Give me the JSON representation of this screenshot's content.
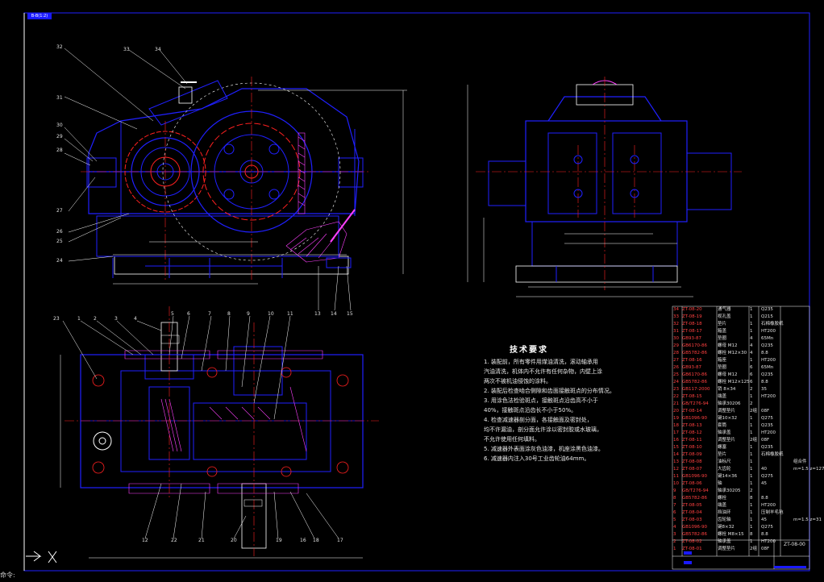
{
  "window": {
    "tab_label": "B-B(1:2)"
  },
  "tech_requirements": {
    "title": "技术要求",
    "items": [
      "1. 装配前，所有零件用煤油清洗，滚动轴承用",
      "汽油清洗，机体内不允许有任何杂物，内壁上涂",
      "两次不被机油侵蚀的涂料。",
      "2. 装配后检查啮合侧隙和齿面接触斑点的分布情况。",
      "3. 用涂色法检验斑点，接触斑点沿齿高不小于",
      "40%，接触斑点沿齿长不小于50%。",
      "4. 检查减速器剖分面，各接触面及密封处，",
      "均不许漏油，剖分面允许涂以密封胶或水玻璃，",
      "不允许使用任何填料。",
      "5. 减速器外表面涂灰色油漆，机座涂黑色油漆。",
      "6. 减速器内注入30号工业齿轮油64mm。"
    ]
  },
  "bom": {
    "rows": [
      {
        "no": "34",
        "code": "ZT-08-20",
        "name": "通气器",
        "qty": "1",
        "mat": "Q235",
        "note": ""
      },
      {
        "no": "33",
        "code": "ZT-08-19",
        "name": "视孔盖",
        "qty": "1",
        "mat": "Q215",
        "note": ""
      },
      {
        "no": "32",
        "code": "ZT-08-18",
        "name": "垫片",
        "qty": "1",
        "mat": "石棉橡胶纸",
        "note": ""
      },
      {
        "no": "31",
        "code": "ZT-08-17",
        "name": "箱盖",
        "qty": "1",
        "mat": "HT200",
        "note": ""
      },
      {
        "no": "30",
        "code": "GB93-87",
        "name": "垫圈",
        "qty": "4",
        "mat": "65Mn",
        "note": ""
      },
      {
        "no": "29",
        "code": "GB6170-86",
        "name": "螺母 M12",
        "qty": "4",
        "mat": "Q235",
        "note": ""
      },
      {
        "no": "28",
        "code": "GB5782-86",
        "name": "螺栓 M12×30",
        "qty": "4",
        "mat": "8.8",
        "note": ""
      },
      {
        "no": "27",
        "code": "ZT-08-16",
        "name": "箱座",
        "qty": "1",
        "mat": "HT200",
        "note": ""
      },
      {
        "no": "26",
        "code": "GB93-87",
        "name": "垫圈",
        "qty": "6",
        "mat": "65Mn",
        "note": ""
      },
      {
        "no": "25",
        "code": "GB6170-86",
        "name": "螺母 M12",
        "qty": "6",
        "mat": "Q235",
        "note": ""
      },
      {
        "no": "24",
        "code": "GB5782-86",
        "name": "螺栓 M12×125",
        "qty": "6",
        "mat": "8.8",
        "note": ""
      },
      {
        "no": "23",
        "code": "GB117-2000",
        "name": "销 8×34",
        "qty": "2",
        "mat": "35",
        "note": ""
      },
      {
        "no": "22",
        "code": "ZT-08-15",
        "name": "端盖",
        "qty": "1",
        "mat": "HT200",
        "note": ""
      },
      {
        "no": "21",
        "code": "GB/T276-94",
        "name": "轴承30206",
        "qty": "2",
        "mat": "",
        "note": ""
      },
      {
        "no": "20",
        "code": "ZT-08-14",
        "name": "调整垫片",
        "qty": "2组",
        "mat": "08F",
        "note": ""
      },
      {
        "no": "19",
        "code": "GB1096-90",
        "name": "键10×32",
        "qty": "1",
        "mat": "Q275",
        "note": ""
      },
      {
        "no": "18",
        "code": "ZT-08-13",
        "name": "套筒",
        "qty": "1",
        "mat": "Q235",
        "note": ""
      },
      {
        "no": "17",
        "code": "ZT-08-12",
        "name": "轴承盖",
        "qty": "1",
        "mat": "HT200",
        "note": ""
      },
      {
        "no": "16",
        "code": "ZT-08-11",
        "name": "调整垫片",
        "qty": "2组",
        "mat": "08F",
        "note": ""
      },
      {
        "no": "15",
        "code": "ZT-08-10",
        "name": "螺塞",
        "qty": "1",
        "mat": "Q235",
        "note": ""
      },
      {
        "no": "14",
        "code": "ZT-08-09",
        "name": "垫片",
        "qty": "1",
        "mat": "石棉橡胶纸",
        "note": ""
      },
      {
        "no": "13",
        "code": "ZT-08-08",
        "name": "油标尺",
        "qty": "1",
        "mat": "",
        "note": "组合件"
      },
      {
        "no": "12",
        "code": "ZT-08-07",
        "name": "大齿轮",
        "qty": "1",
        "mat": "40",
        "note": "m=1.5 z=127"
      },
      {
        "no": "11",
        "code": "GB1096-90",
        "name": "键14×36",
        "qty": "1",
        "mat": "Q275",
        "note": ""
      },
      {
        "no": "10",
        "code": "ZT-08-06",
        "name": "轴",
        "qty": "1",
        "mat": "45",
        "note": ""
      },
      {
        "no": "9",
        "code": "GB/T276-94",
        "name": "轴承30205",
        "qty": "2",
        "mat": "",
        "note": ""
      },
      {
        "no": "8",
        "code": "GB5782-86",
        "name": "螺栓",
        "qty": "8",
        "mat": "8.8",
        "note": ""
      },
      {
        "no": "7",
        "code": "ZT-08-05",
        "name": "端盖",
        "qty": "1",
        "mat": "HT200",
        "note": ""
      },
      {
        "no": "6",
        "code": "ZT-08-04",
        "name": "挡油环",
        "qty": "1",
        "mat": "压制羊毛毡",
        "note": ""
      },
      {
        "no": "5",
        "code": "ZT-08-03",
        "name": "齿轮轴",
        "qty": "1",
        "mat": "45",
        "note": "m=1.5 z=31"
      },
      {
        "no": "4",
        "code": "GB1096-90",
        "name": "键8×32",
        "qty": "1",
        "mat": "Q275",
        "note": ""
      },
      {
        "no": "3",
        "code": "GB5782-86",
        "name": "螺栓 M8×15",
        "qty": "8",
        "mat": "8.8",
        "note": ""
      },
      {
        "no": "2",
        "code": "ZT-08-02",
        "name": "轴承盖",
        "qty": "1",
        "mat": "HT200",
        "note": ""
      },
      {
        "no": "1",
        "code": "ZT-08-01",
        "name": "调整垫片",
        "qty": "2组",
        "mat": "08F",
        "note": ""
      }
    ]
  },
  "title_block": {
    "drawing_no": "ZT-08-00"
  },
  "part_labels_front": [
    "32",
    "33",
    "34",
    "31",
    "30",
    "29",
    "28",
    "27",
    "26",
    "25",
    "24",
    "13",
    "14",
    "15"
  ],
  "part_labels_top": [
    "23",
    "1",
    "2",
    "3",
    "4",
    "5",
    "6",
    "7",
    "8",
    "9",
    "10",
    "11",
    "12",
    "22",
    "21",
    "20",
    "19",
    "18",
    "17",
    "16"
  ],
  "command_line": {
    "prompt": "命令:"
  },
  "colors": {
    "outline": "#2020ff",
    "gear": "#ff2020",
    "hidden": "#ff40ff",
    "white": "#ffffff",
    "center": "#ff2020"
  }
}
